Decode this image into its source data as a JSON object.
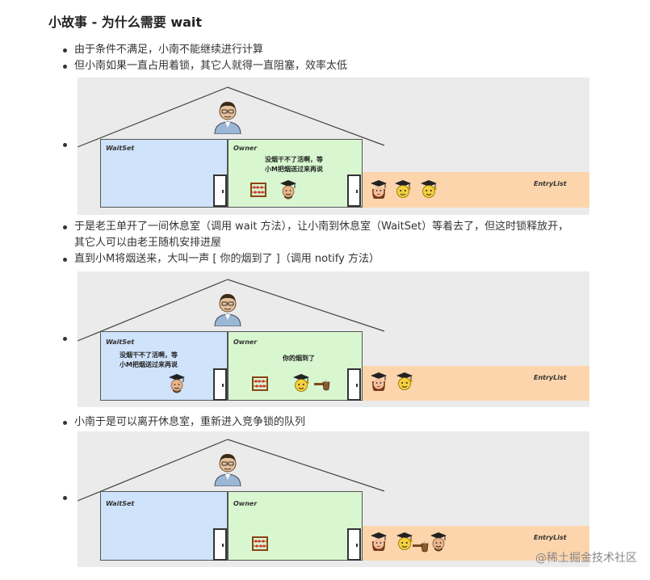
{
  "page": {
    "title": "小故事 - 为什么需要 wait"
  },
  "bullets": {
    "b1": "由于条件不满足，小南不能继续进行计算",
    "b2": "但小南如果一直占用着锁，其它人就得一直阻塞，效率太低",
    "b3_line1": "于是老王单开了一间休息室（调用 wait 方法），让小南到休息室（WaitSet）等着去了，但这时锁释放开，",
    "b3_line2": "其它人可以由老王随机安排进屋",
    "b4": "直到小M将烟送来，大叫一声 [ 你的烟到了 ]（调用 notify 方法）",
    "b5": "小南于是可以离开休息室，重新进入竞争锁的队列"
  },
  "scenes": [
    {
      "waitset_label": "WaitSet",
      "owner_label": "Owner",
      "entrylist_label": "EntryList",
      "owner_speech_line1": "没烟干不了活啊，等",
      "owner_speech_line2": "小M把烟送过来再说"
    },
    {
      "waitset_label": "WaitSet",
      "owner_label": "Owner",
      "entrylist_label": "EntryList",
      "waitset_speech_line1": "没烟干不了活啊，等",
      "waitset_speech_line2": "小M把烟送过来再说",
      "owner_speech": "你的烟到了"
    },
    {
      "waitset_label": "WaitSet",
      "owner_label": "Owner",
      "entrylist_label": "EntryList"
    }
  ],
  "icons": {
    "boss": "boss-icon",
    "graduate": "graduate-icon",
    "abacus": "abacus-icon",
    "pipe": "pipe-icon",
    "door": "door-icon"
  },
  "colors": {
    "waitset": "#cfe3fb",
    "owner": "#d8f7d0",
    "entrylist": "#fdd5ac",
    "scene_bg": "#ebebeb"
  },
  "watermark": "@稀土掘金技术社区"
}
